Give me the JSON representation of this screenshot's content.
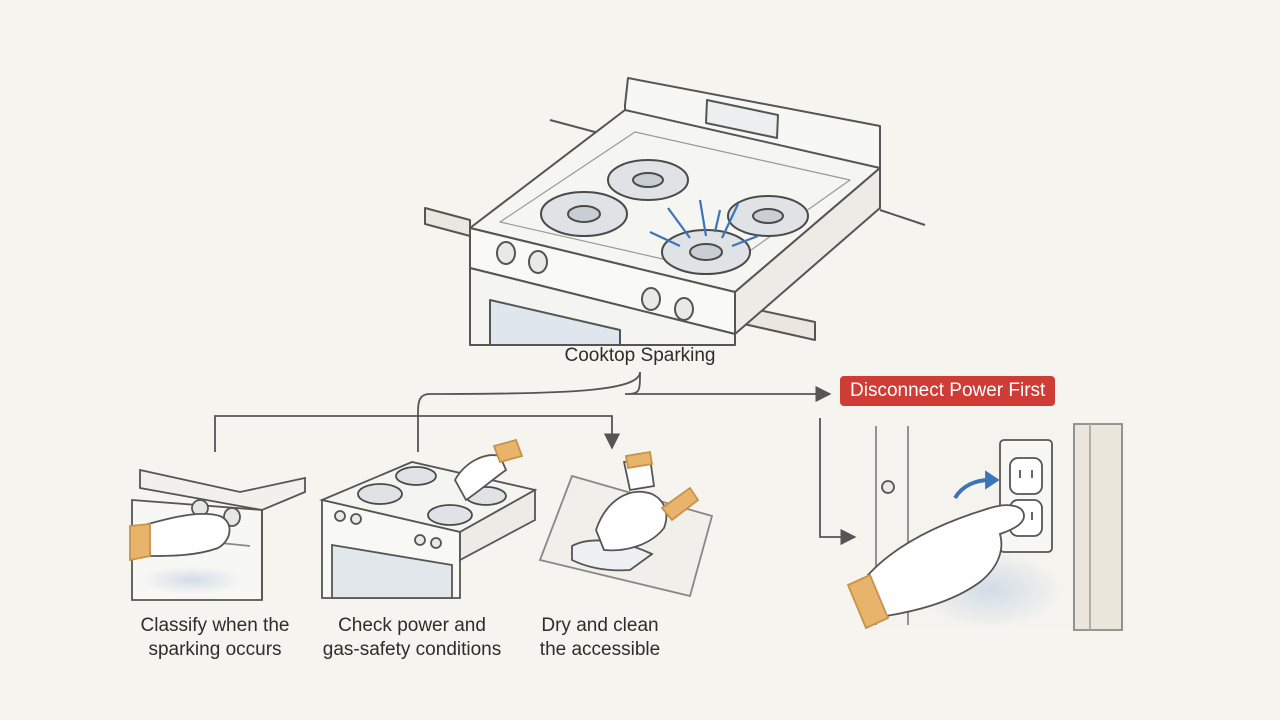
{
  "diagram": {
    "root": "Cooktop Sparking",
    "alert": "Disconnect Power First",
    "steps": [
      {
        "line1": "Classify when the",
        "line2": "sparking occurs"
      },
      {
        "line1": "Check power and",
        "line2": "gas-safety conditions"
      },
      {
        "line1": "Dry and clean",
        "line2": "the accessible"
      }
    ]
  },
  "colors": {
    "alert_bg": "#cf3b35",
    "line": "#555555",
    "spark": "#3d74b8",
    "glove_cuff": "#e8b46c"
  }
}
